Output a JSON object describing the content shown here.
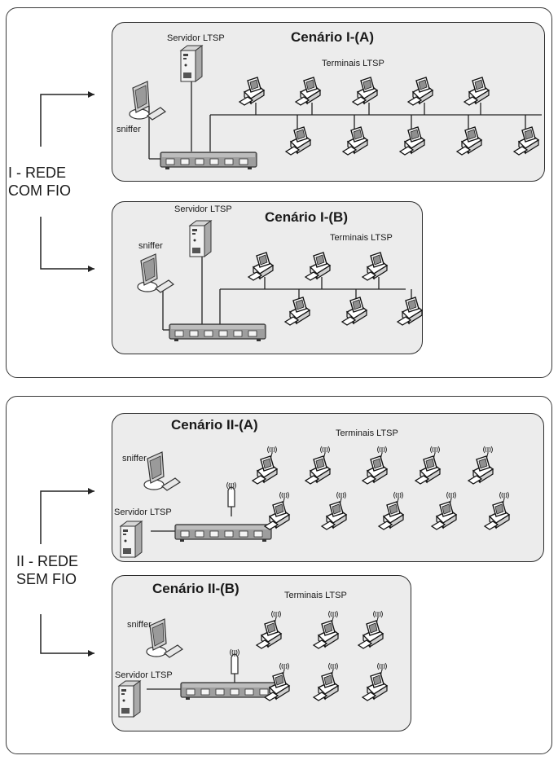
{
  "sections": [
    {
      "label_line1": "I - REDE",
      "label_line2": "COM FIO",
      "scenarios": [
        {
          "title": "Cenário I-(A)",
          "server_label": "Servidor LTSP",
          "sniffer_label": "sniffer",
          "terminals_label": "Terminais LTSP",
          "type": "wired",
          "terminal_count": 10
        },
        {
          "title": "Cenário I-(B)",
          "server_label": "Servidor LTSP",
          "sniffer_label": "sniffer",
          "terminals_label": "Terminais LTSP",
          "type": "wired",
          "terminal_count": 6
        }
      ]
    },
    {
      "label_line1": "II - REDE",
      "label_line2": "SEM FIO",
      "scenarios": [
        {
          "title": "Cenário II-(A)",
          "server_label": "Servidor LTSP",
          "sniffer_label": "sniffer",
          "terminals_label": "Terminais LTSP",
          "type": "wireless",
          "terminal_count": 10
        },
        {
          "title": "Cenário II-(B)",
          "server_label": "Servidor LTSP",
          "sniffer_label": "sniffer",
          "terminals_label": "Terminais LTSP",
          "type": "wireless",
          "terminal_count": 6
        }
      ]
    }
  ],
  "icons": {
    "server": "server-tower-icon",
    "sniffer": "monitor-keyboard-icon",
    "switch": "network-switch-icon",
    "access_point": "wireless-antenna-icon",
    "terminal": "desktop-terminal-icon"
  }
}
